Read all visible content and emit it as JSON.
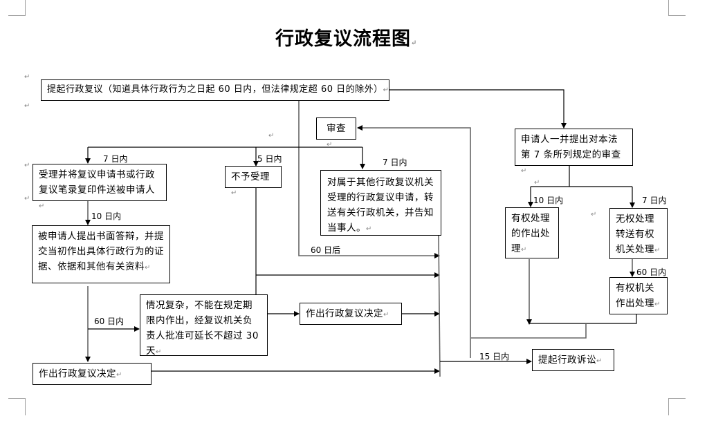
{
  "title": "行政复议流程图",
  "nodes": {
    "start": "提起行政复议（知道具体行政行为之日起 60 日内，但法律规定超 60 日的除外）",
    "review": "审查",
    "applicant_review": "申请人一并提出对本法第 7 条所列规定的审查",
    "accept": "受理并将复议申请书或行政复议笔录复印件送被申请人",
    "reject": "不予受理",
    "transfer": "对属于其他行政复议机关受理的行政复议申请，转送有关行政机关，并告知当事人。",
    "respondent_reply": "被申请人提出书面答辩，并提交当初作出具体行政行为的证据、依据和其他有关资料",
    "complex_case": "情况复杂，不能在规定期限内作出，经复议机关负责人批准可延长不超过 30天",
    "decision_extended": "作出行政复议决定",
    "decision": "作出行政复议决定",
    "authorized_handle": "有权处理的作出处理",
    "unauthorized_transfer": "无权处理转送有权机关处理",
    "authorized_agency_handle": "有权机关作出处理",
    "lawsuit": "提起行政诉讼"
  },
  "labels": {
    "accept_days": "7 日内",
    "reject_days": "5 日内",
    "transfer_days": "7 日内",
    "reply_days": "10 日内",
    "decision_days": "60 日内",
    "after_days": "60 日后",
    "lawsuit_days": "15 日内",
    "authorized_days": "10 日内",
    "unauthorized_days": "7 日内",
    "agency_days": "60 日内"
  },
  "paragraph_mark": "↵"
}
